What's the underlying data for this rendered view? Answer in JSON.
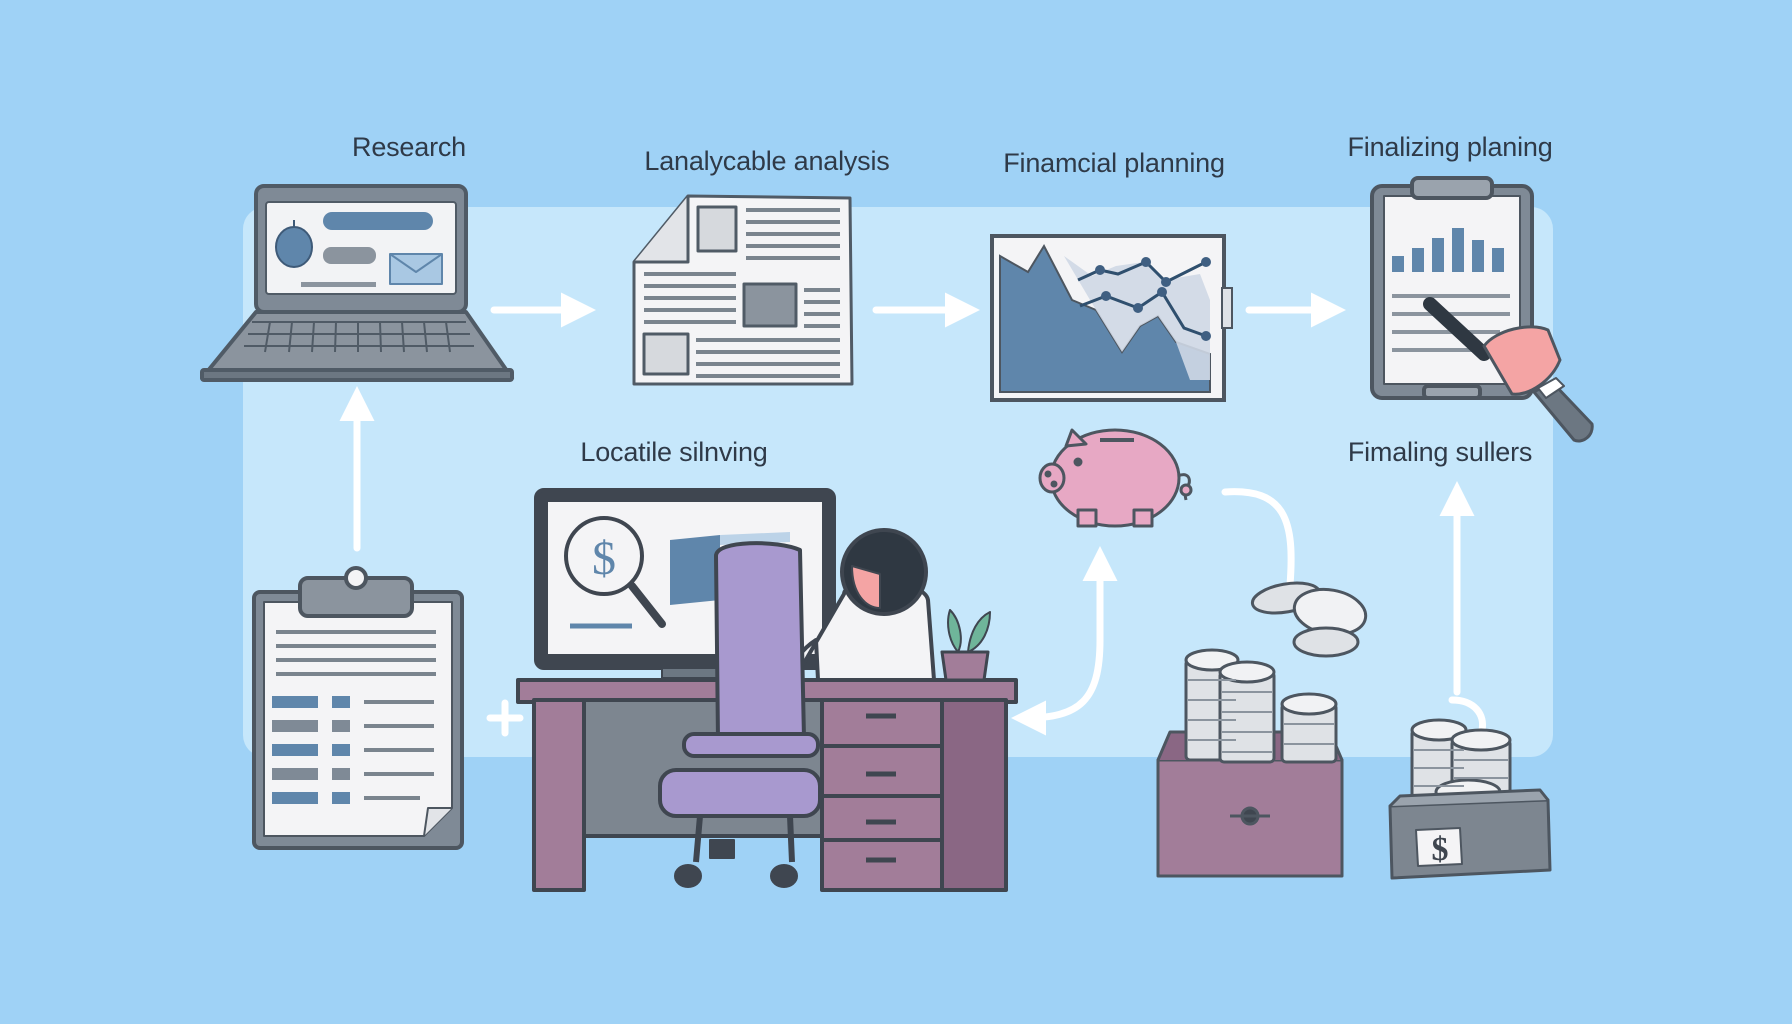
{
  "diagram": {
    "labels": {
      "research": "Research",
      "analysis": "Lanalycable analysis",
      "financial_planning": "Finamcial planning",
      "finalizing_planning": "Finalizing planing",
      "locatile": "Locatile silnving",
      "finaling_sullers": "Fimaling sullers"
    },
    "icons": [
      "laptop-icon",
      "newspaper-icon",
      "chart-board-icon",
      "clipboard-pointer-icon",
      "clipboard-report-icon",
      "desk-person-icon",
      "piggy-bank-icon",
      "coin-drawer-icon",
      "coin-box-icon"
    ],
    "monitor_glyph": "$",
    "box_glyph": "$",
    "colors": {
      "background": "#9fd2f6",
      "panel": "#cdebfc",
      "outline": "#505b66",
      "slate_blue": "#5f86ab",
      "purple": "#a899cf",
      "mauve": "#a27d99",
      "pink": "#e7a8c4"
    }
  }
}
